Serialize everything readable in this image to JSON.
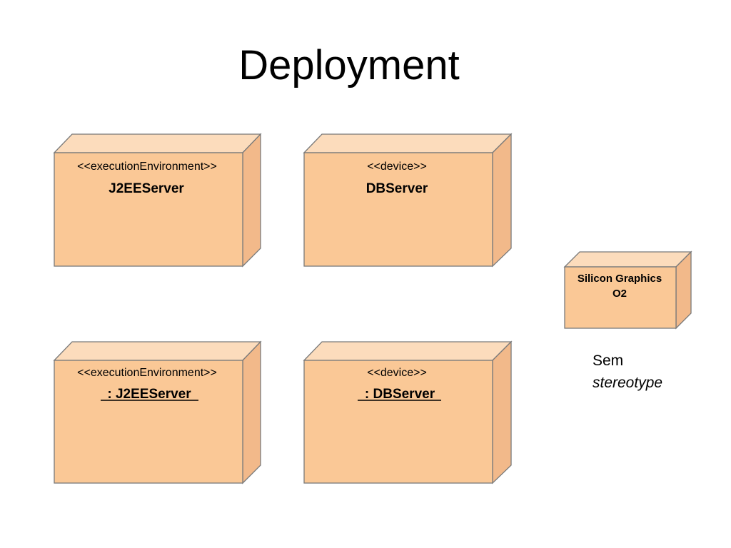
{
  "title": "Deployment",
  "nodes": [
    {
      "stereotype": "<<executionEnvironment>>",
      "name": "J2EEServer"
    },
    {
      "stereotype": "<<device>>",
      "name": "DBServer"
    },
    {
      "stereotype": "<<executionEnvironment>>",
      "name": ": J2EEServer"
    },
    {
      "stereotype": "<<device>>",
      "name": ": DBServer"
    }
  ],
  "small_node": {
    "line1": "Silicon Graphics",
    "line2": "O2"
  },
  "note": {
    "line1": "Sem",
    "line2": "stereotype"
  },
  "colors": {
    "node_fill": "#fac896",
    "node_top": "#fcdcbc",
    "node_side": "#f2b98a",
    "outline": "#7a7a7a"
  }
}
